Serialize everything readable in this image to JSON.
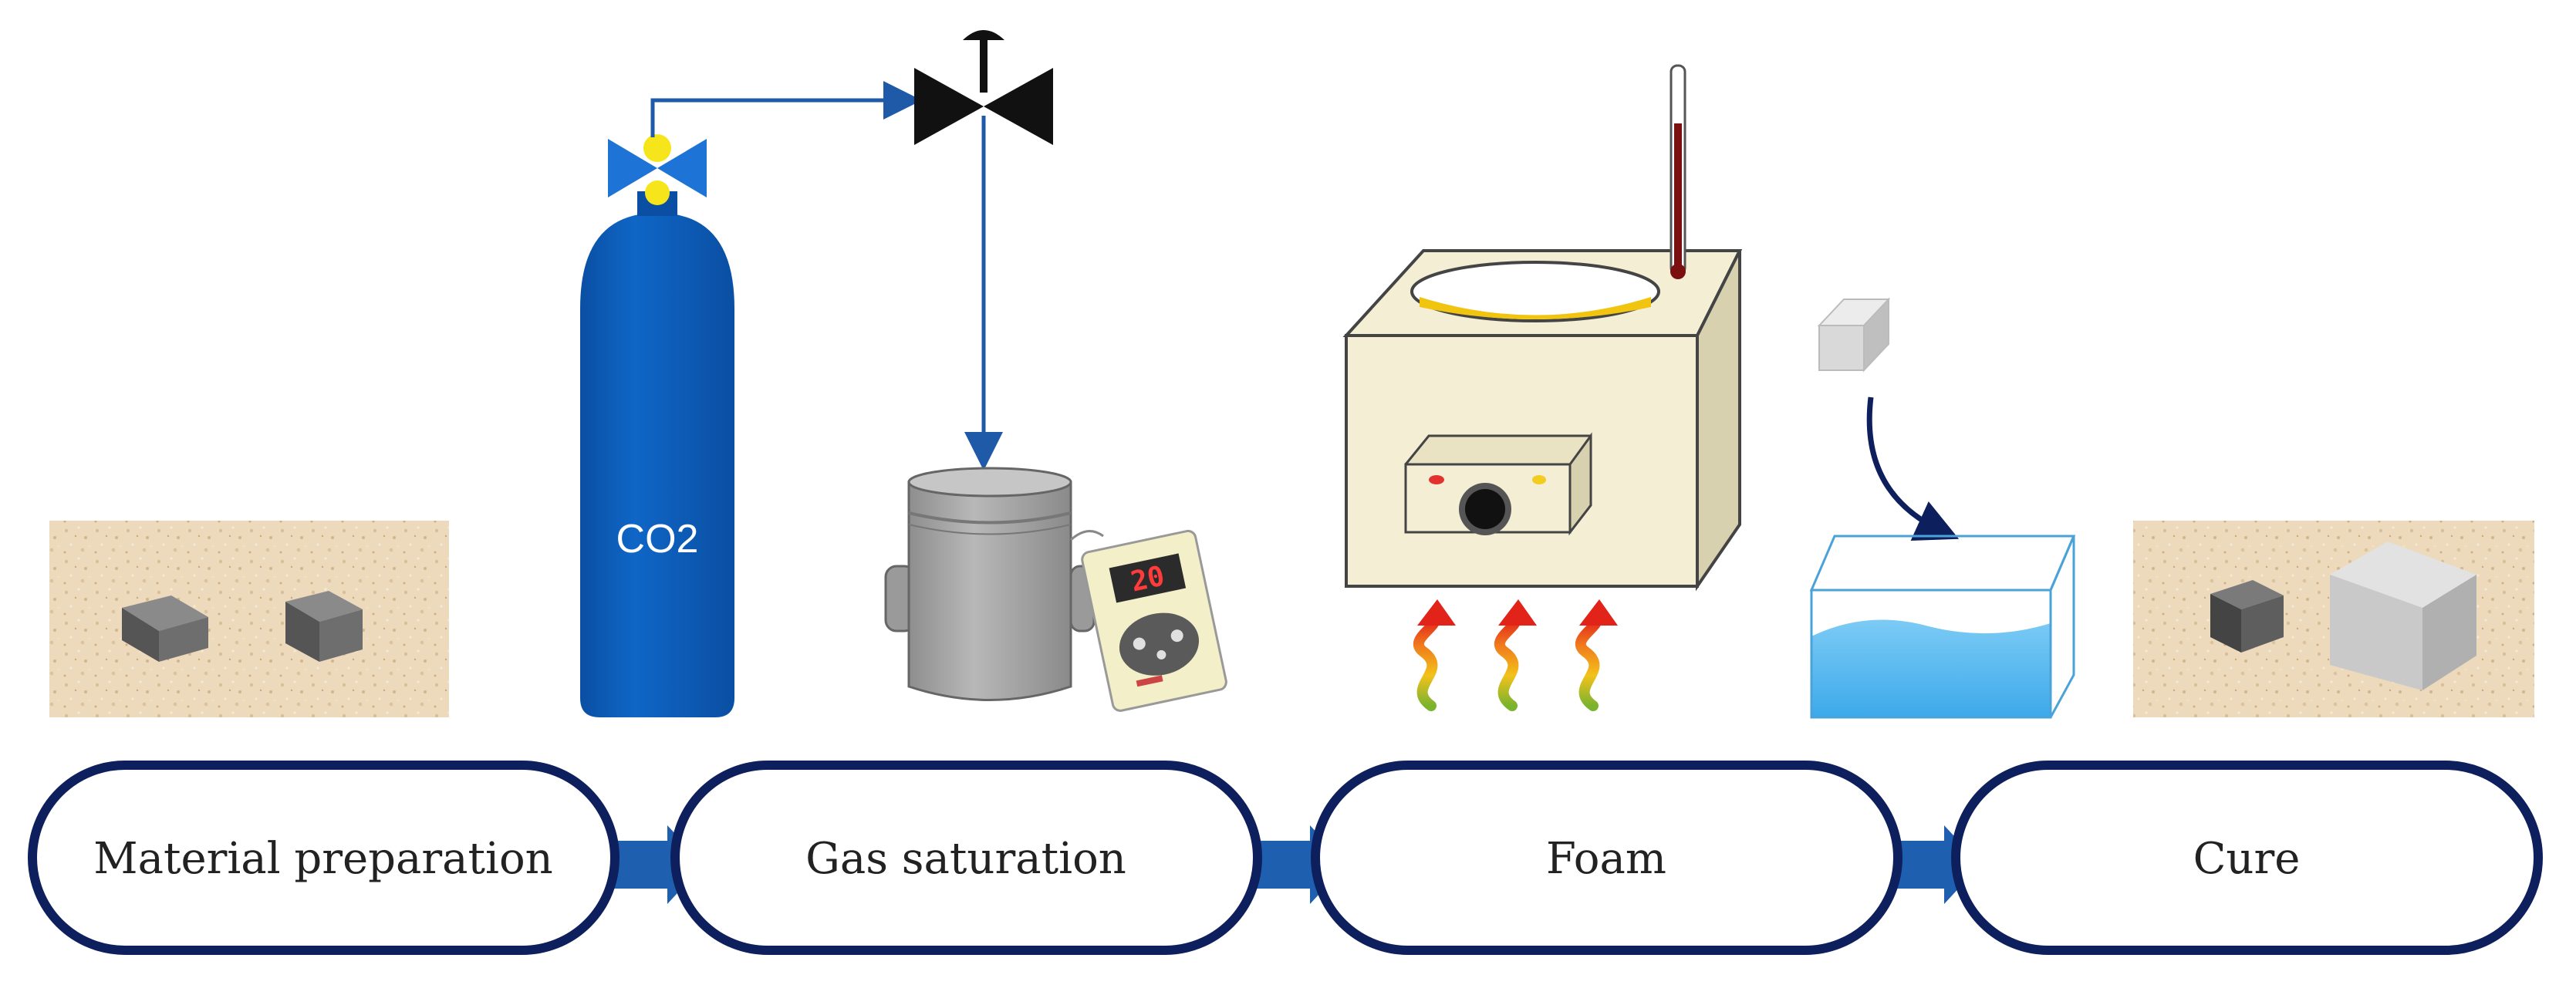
{
  "diagram": {
    "steps": [
      {
        "id": "material-preparation",
        "label": "Material preparation"
      },
      {
        "id": "gas-saturation",
        "label": "Gas saturation"
      },
      {
        "id": "foam",
        "label": "Foam"
      },
      {
        "id": "cure",
        "label": "Cure"
      }
    ],
    "cylinder_label": "CO2",
    "meter_display": "20",
    "icons": [
      "material-samples-icon",
      "co2-cylinder-icon",
      "valve-icon",
      "pressure-vessel-icon",
      "pressure-meter-icon",
      "heating-bath-icon",
      "thermometer-icon",
      "heat-waves-icon",
      "foamed-sample-icon",
      "water-bath-icon",
      "cured-samples-icon"
    ],
    "colors": {
      "flow_outline": "#0d1f5c",
      "flow_arrow": "#1f5fb0",
      "cylinder": "#0a5cb8",
      "valve_blue": "#1e73d6",
      "valve_yellow": "#f6e51a",
      "pipe": "#1f5aa8",
      "vessel_gray": "#a9a9a9",
      "bath_body": "#f3eed4",
      "bath_oil": "#f1c40f",
      "water": "#5ab9f0",
      "sand_bg": "#eddcc1"
    }
  }
}
